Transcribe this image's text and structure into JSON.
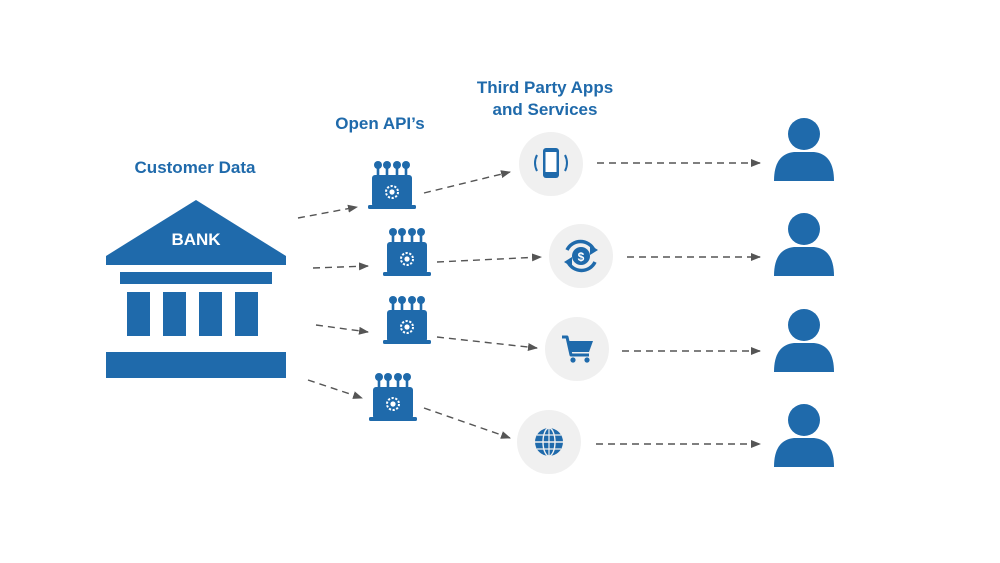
{
  "labels": {
    "customer_data": "Customer Data",
    "open_apis": "Open API’s",
    "third_party_line1": "Third Party Apps",
    "third_party_line2": "and Services",
    "bank": "BANK"
  },
  "colors": {
    "primary": "#1f6aab",
    "circle_bg": "#f0f0f0",
    "arrow": "#555555"
  },
  "icons": {
    "bank": "bank-building-icon",
    "api": "api-plug-icon",
    "services": [
      "smartphone-icon",
      "dollar-exchange-icon",
      "shopping-cart-icon",
      "globe-icon"
    ],
    "user": "user-person-icon"
  }
}
